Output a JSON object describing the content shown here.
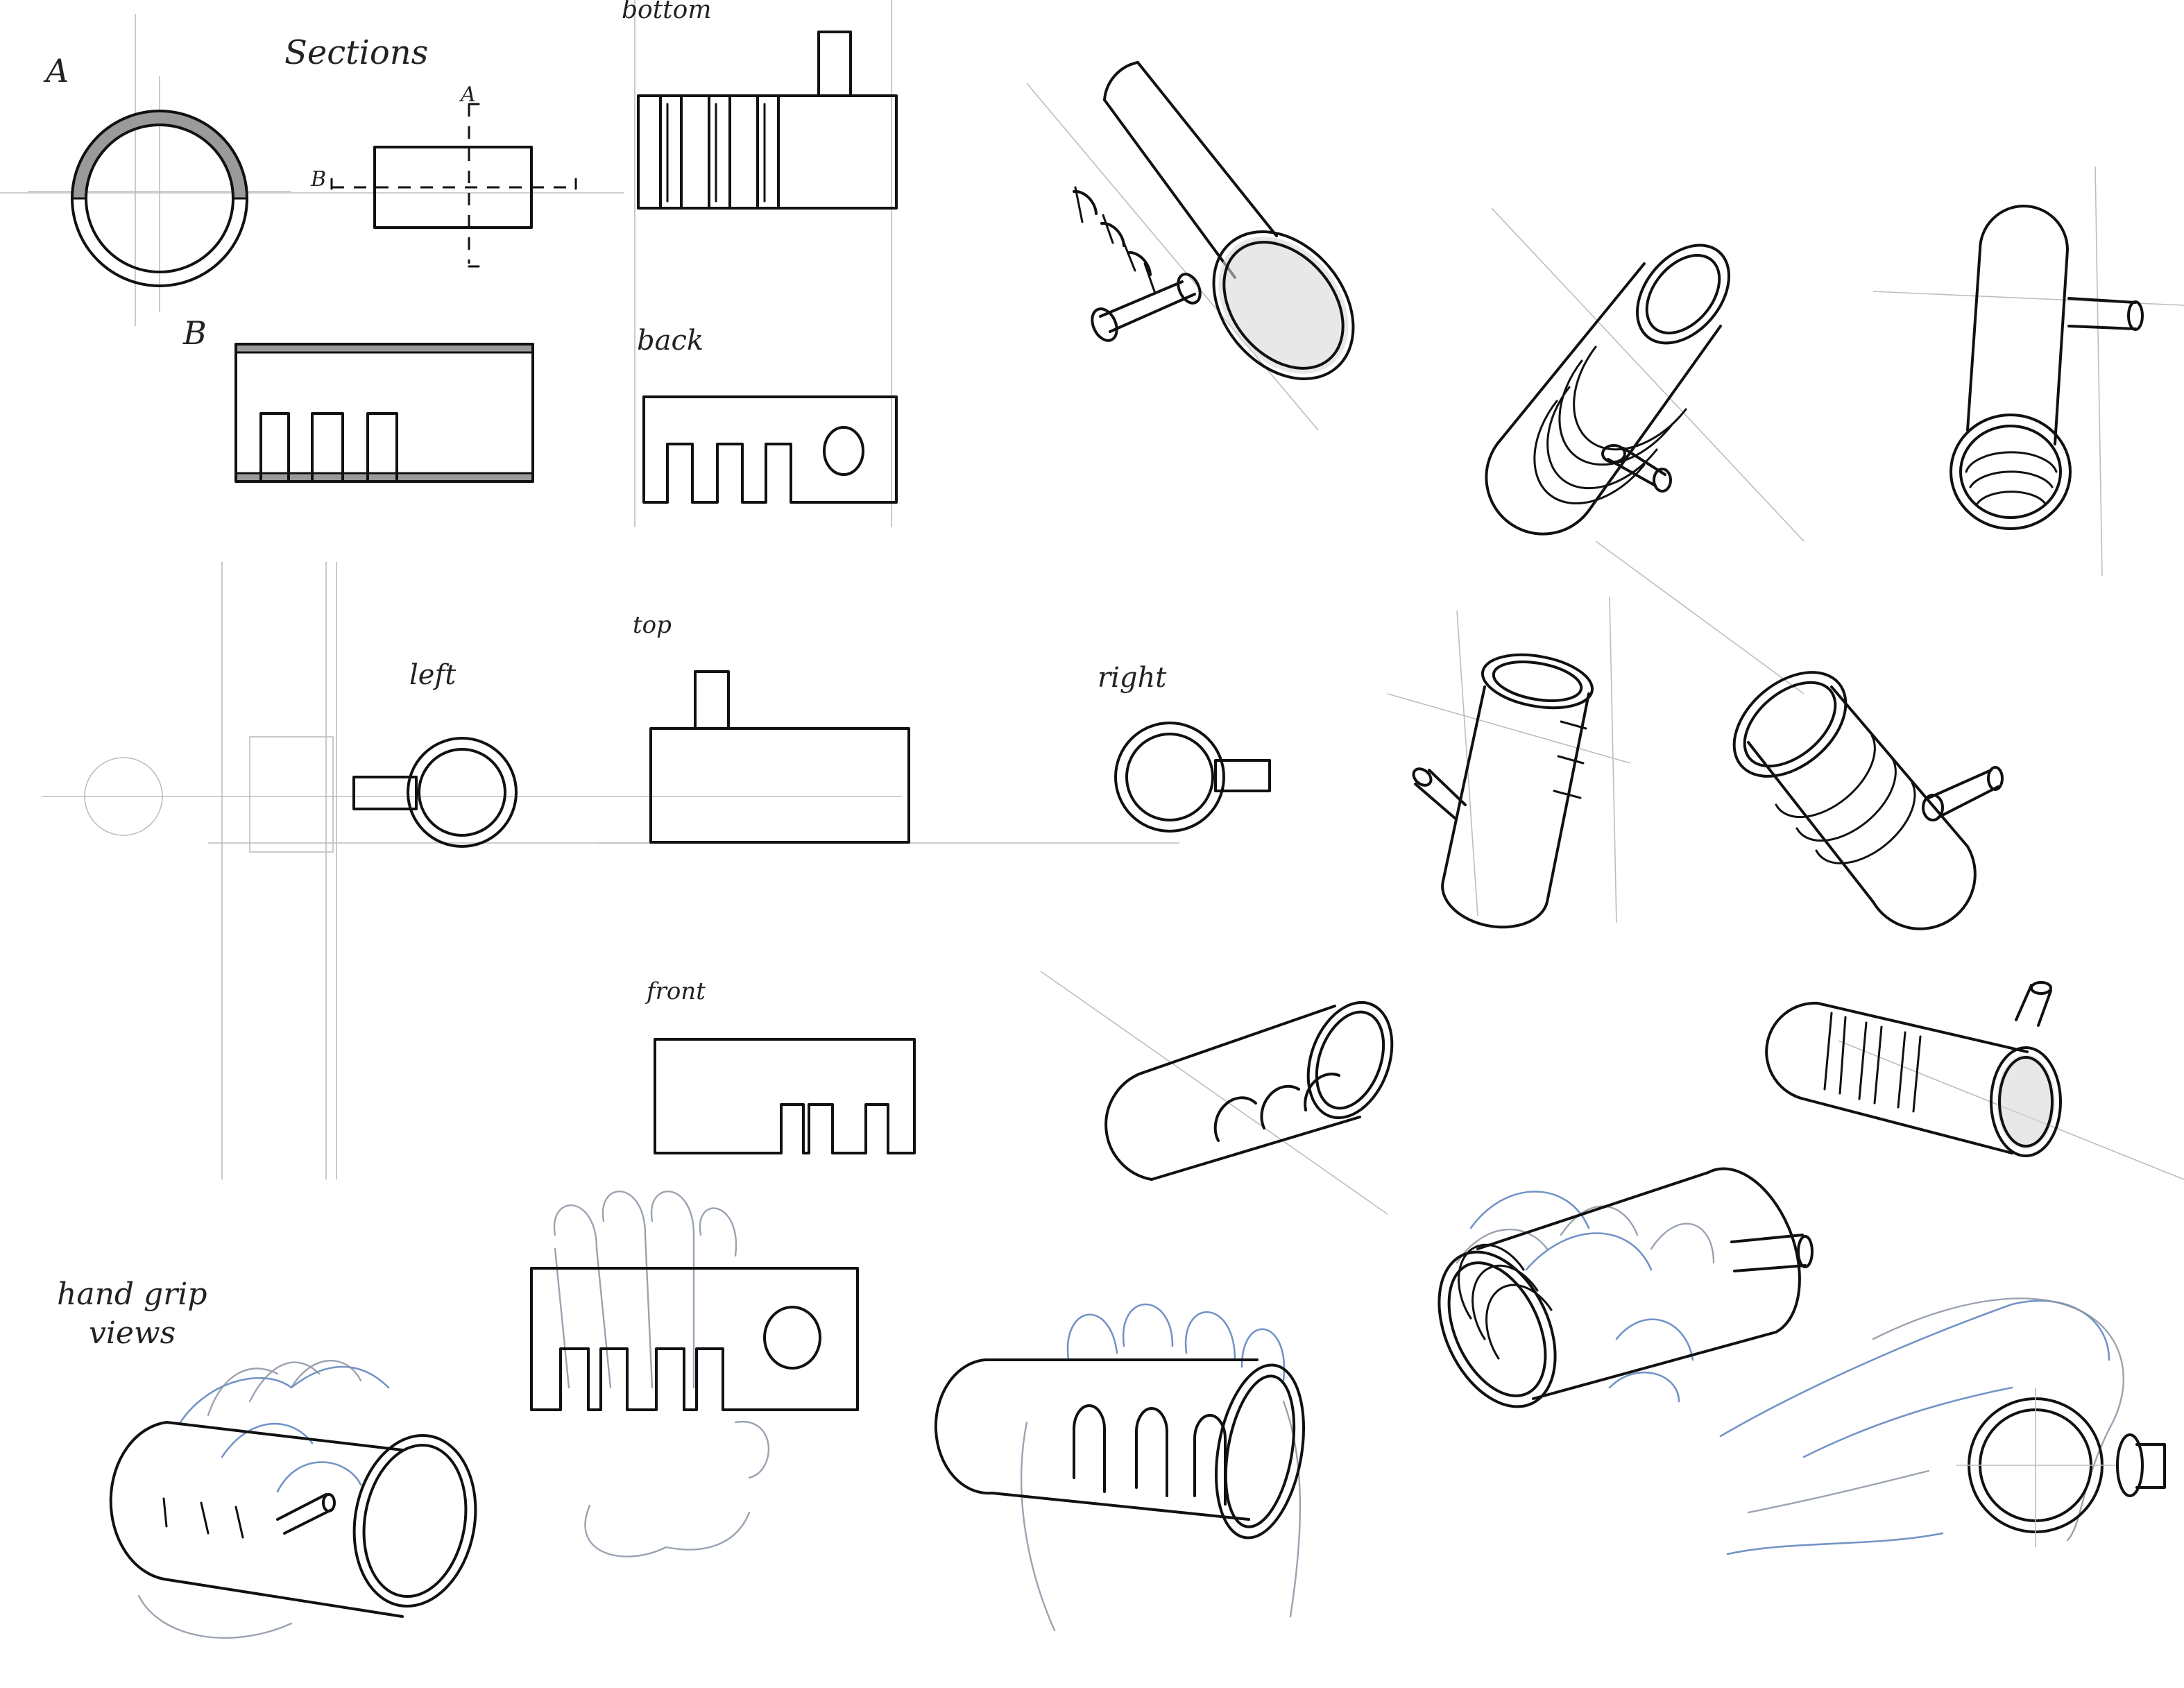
{
  "labels": {
    "section_a": "A",
    "section_b": "B",
    "sections": "Sections",
    "cut_a": "A",
    "cut_b": "B",
    "bottom": "bottom",
    "back": "back",
    "left": "left",
    "top": "top",
    "right": "right",
    "front": "front",
    "hand_grip_line1": "hand grip",
    "hand_grip_line2": "views"
  },
  "colors": {
    "ink": "#111111",
    "guide": "#bdbdbd",
    "hatch": "#9a9a9a",
    "pencil_blue": "#4f79b8"
  }
}
